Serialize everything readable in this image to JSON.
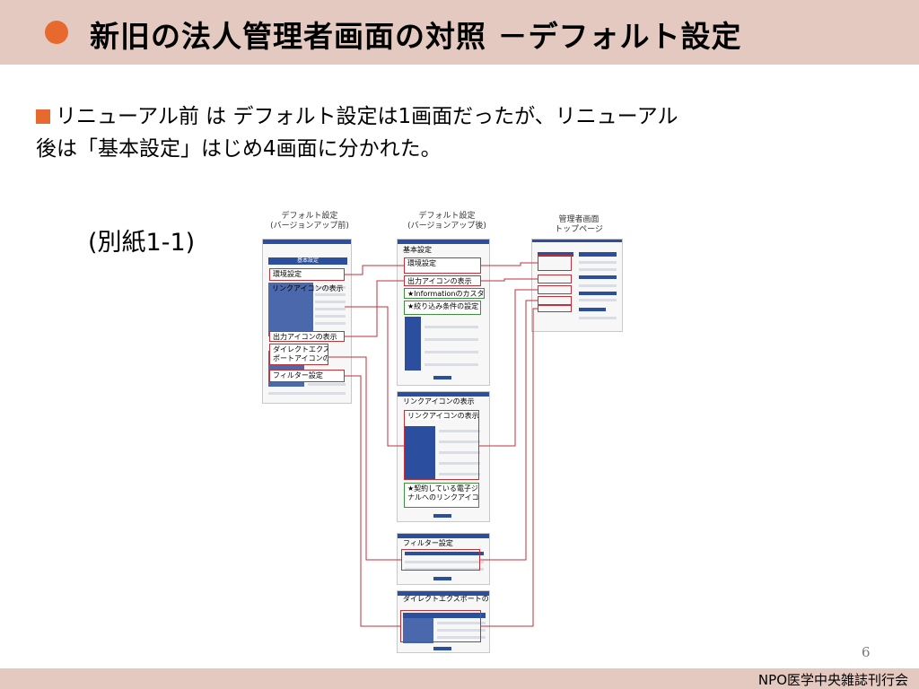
{
  "header": {
    "title": "新旧の法人管理者画面の対照 －デフォルト設定"
  },
  "body": {
    "line1": "リニューアル前 は デフォルト設定は1画面だったが、リニューアル",
    "line2": "後は「基本設定」はじめ4画面に分かれた。"
  },
  "annex": "(別紙1-1)",
  "figure": {
    "captions": {
      "before_1": "デフォルト設定",
      "before_2": "(バージョンアップ前)",
      "after_1": "デフォルト設定",
      "after_2": "(バージョンアップ後)",
      "admin_1": "管理者画面",
      "admin_2": "トップページ"
    },
    "old_screen": {
      "heading": "基本設定",
      "env": "環境設定",
      "link_icon": "リンクアイコンの表示",
      "output_icon": "出力アイコンの表示",
      "direct_1": "ダイレクトエクス",
      "direct_2": "ポートアイコンの表",
      "filter": "フィルター設定"
    },
    "new_basic": {
      "heading": "基本設定",
      "env": "環境設定",
      "output_icon": "出力アイコンの表示",
      "info_custom": "★Informationのカスタマイ",
      "narrow": "★絞り込み条件の設定"
    },
    "new_link": {
      "heading": "リンクアイコンの表示",
      "link_icon": "リンクアイコンの表示",
      "ejournal_1": "★契約している電子ジャー",
      "ejournal_2": "ナルへのリンクアイコン"
    },
    "new_filter": {
      "heading": "フィルター設定"
    },
    "new_direct": {
      "heading": "ダイレクトエクスポートの表示"
    }
  },
  "footer": {
    "org": "NPO医学中央雑誌刊行会",
    "page": "6"
  },
  "colors": {
    "accent": "#e8692e",
    "band": "#e3c9c0",
    "red_box": "#c0323a",
    "green_box": "#3f8f3f",
    "screen_blue": "#2b4f9e"
  }
}
